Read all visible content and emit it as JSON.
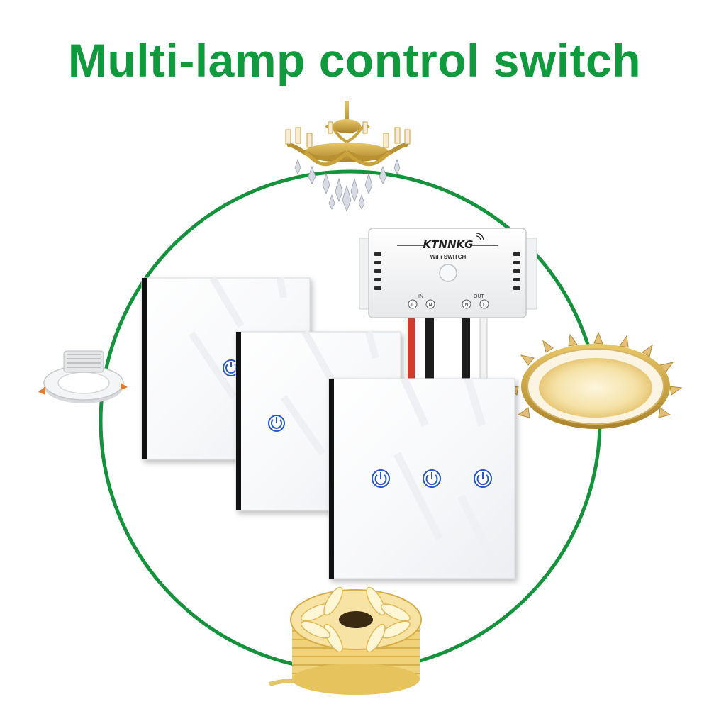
{
  "title": "Multi-lamp control switch",
  "colors": {
    "title": "#0f9a3d",
    "ring": "#14933c",
    "touch_blue": "#2856c8",
    "panel_edge": "#111111",
    "gold": "#c9a23c",
    "led_warm": "#f6e3a0"
  },
  "wifi_module": {
    "brand": "KTNNKG",
    "subtitle": "WiFi SWITCH",
    "in_label": "IN",
    "out_label": "OUT",
    "terminals": [
      "L",
      "N",
      "N",
      "L"
    ]
  },
  "switch_panels": [
    {
      "gangs": 1,
      "icon": "power-icon"
    },
    {
      "gangs": 1,
      "icon": "power-icon"
    },
    {
      "gangs": 3,
      "icon": "power-icon"
    }
  ],
  "lamps": [
    "chandelier",
    "downlight",
    "ceiling-lamp",
    "led-strip-reel"
  ]
}
